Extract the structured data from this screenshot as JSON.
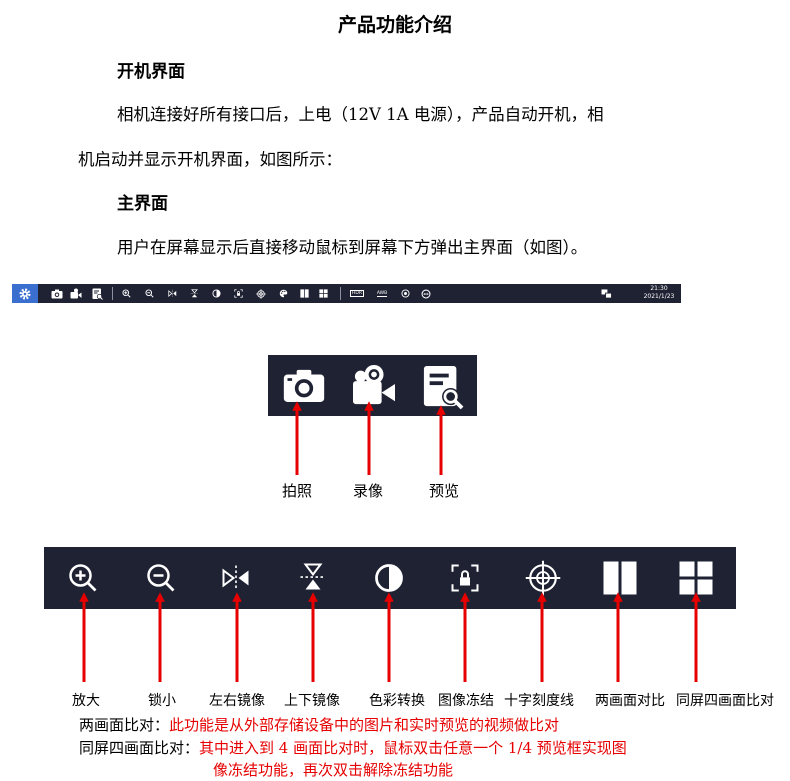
{
  "title": "产品功能介绍",
  "boot": {
    "heading": "开机界面",
    "line1": "相机连接好所有接口后，上电（12V 1A 电源），产品自动开机，相",
    "line2": "机启动并显示开机界面，如图所示："
  },
  "main": {
    "heading": "主界面",
    "line1": "用户在屏幕显示后直接移动鼠标到屏幕下方弹出主界面（如图）。"
  },
  "toolbar": {
    "time": "21:30",
    "date": "2021/1/23",
    "icons": [
      "gear-icon",
      "camera-icon",
      "video-record-icon",
      "preview-icon",
      "zoom-in-icon",
      "zoom-out-icon",
      "mirror-horizontal-icon",
      "mirror-vertical-icon",
      "color-convert-icon",
      "freeze-icon",
      "crosshair-icon",
      "two-pane-icon",
      "four-pane-icon",
      "hdr-icon",
      "awb-icon",
      "exposure-icon",
      "settings-dial-icon",
      "cast-icon"
    ],
    "text_hdr": "HDR",
    "text_awb": "AWB"
  },
  "labels1": {
    "photo": "拍照",
    "record": "录像",
    "preview": "预览"
  },
  "labels2": {
    "zoom_in": "放大",
    "zoom_out": "锁小",
    "mirror_lr": "左右镜像",
    "mirror_ud": "上下镜像",
    "color": "色彩转换",
    "freeze": "图像冻结",
    "crosshair": "十字刻度线",
    "two_compare": "两画面对比",
    "four_compare": "同屏四画面比对"
  },
  "notes": {
    "two_label": "两画面比对：",
    "two_text": "此功能是从外部存储设备中的图片和实时预览的视频做比对",
    "four_label": "同屏四画面比对：",
    "four_text1": "其中进入到 4 画面比对时，鼠标双击任意一个 1/4 预览框实现图",
    "four_text2": "像冻结功能，再次双击解除冻结功能"
  },
  "colors": {
    "panel": "#1e2233",
    "arrow": "#e60000",
    "accent": "#3a6fd0"
  }
}
